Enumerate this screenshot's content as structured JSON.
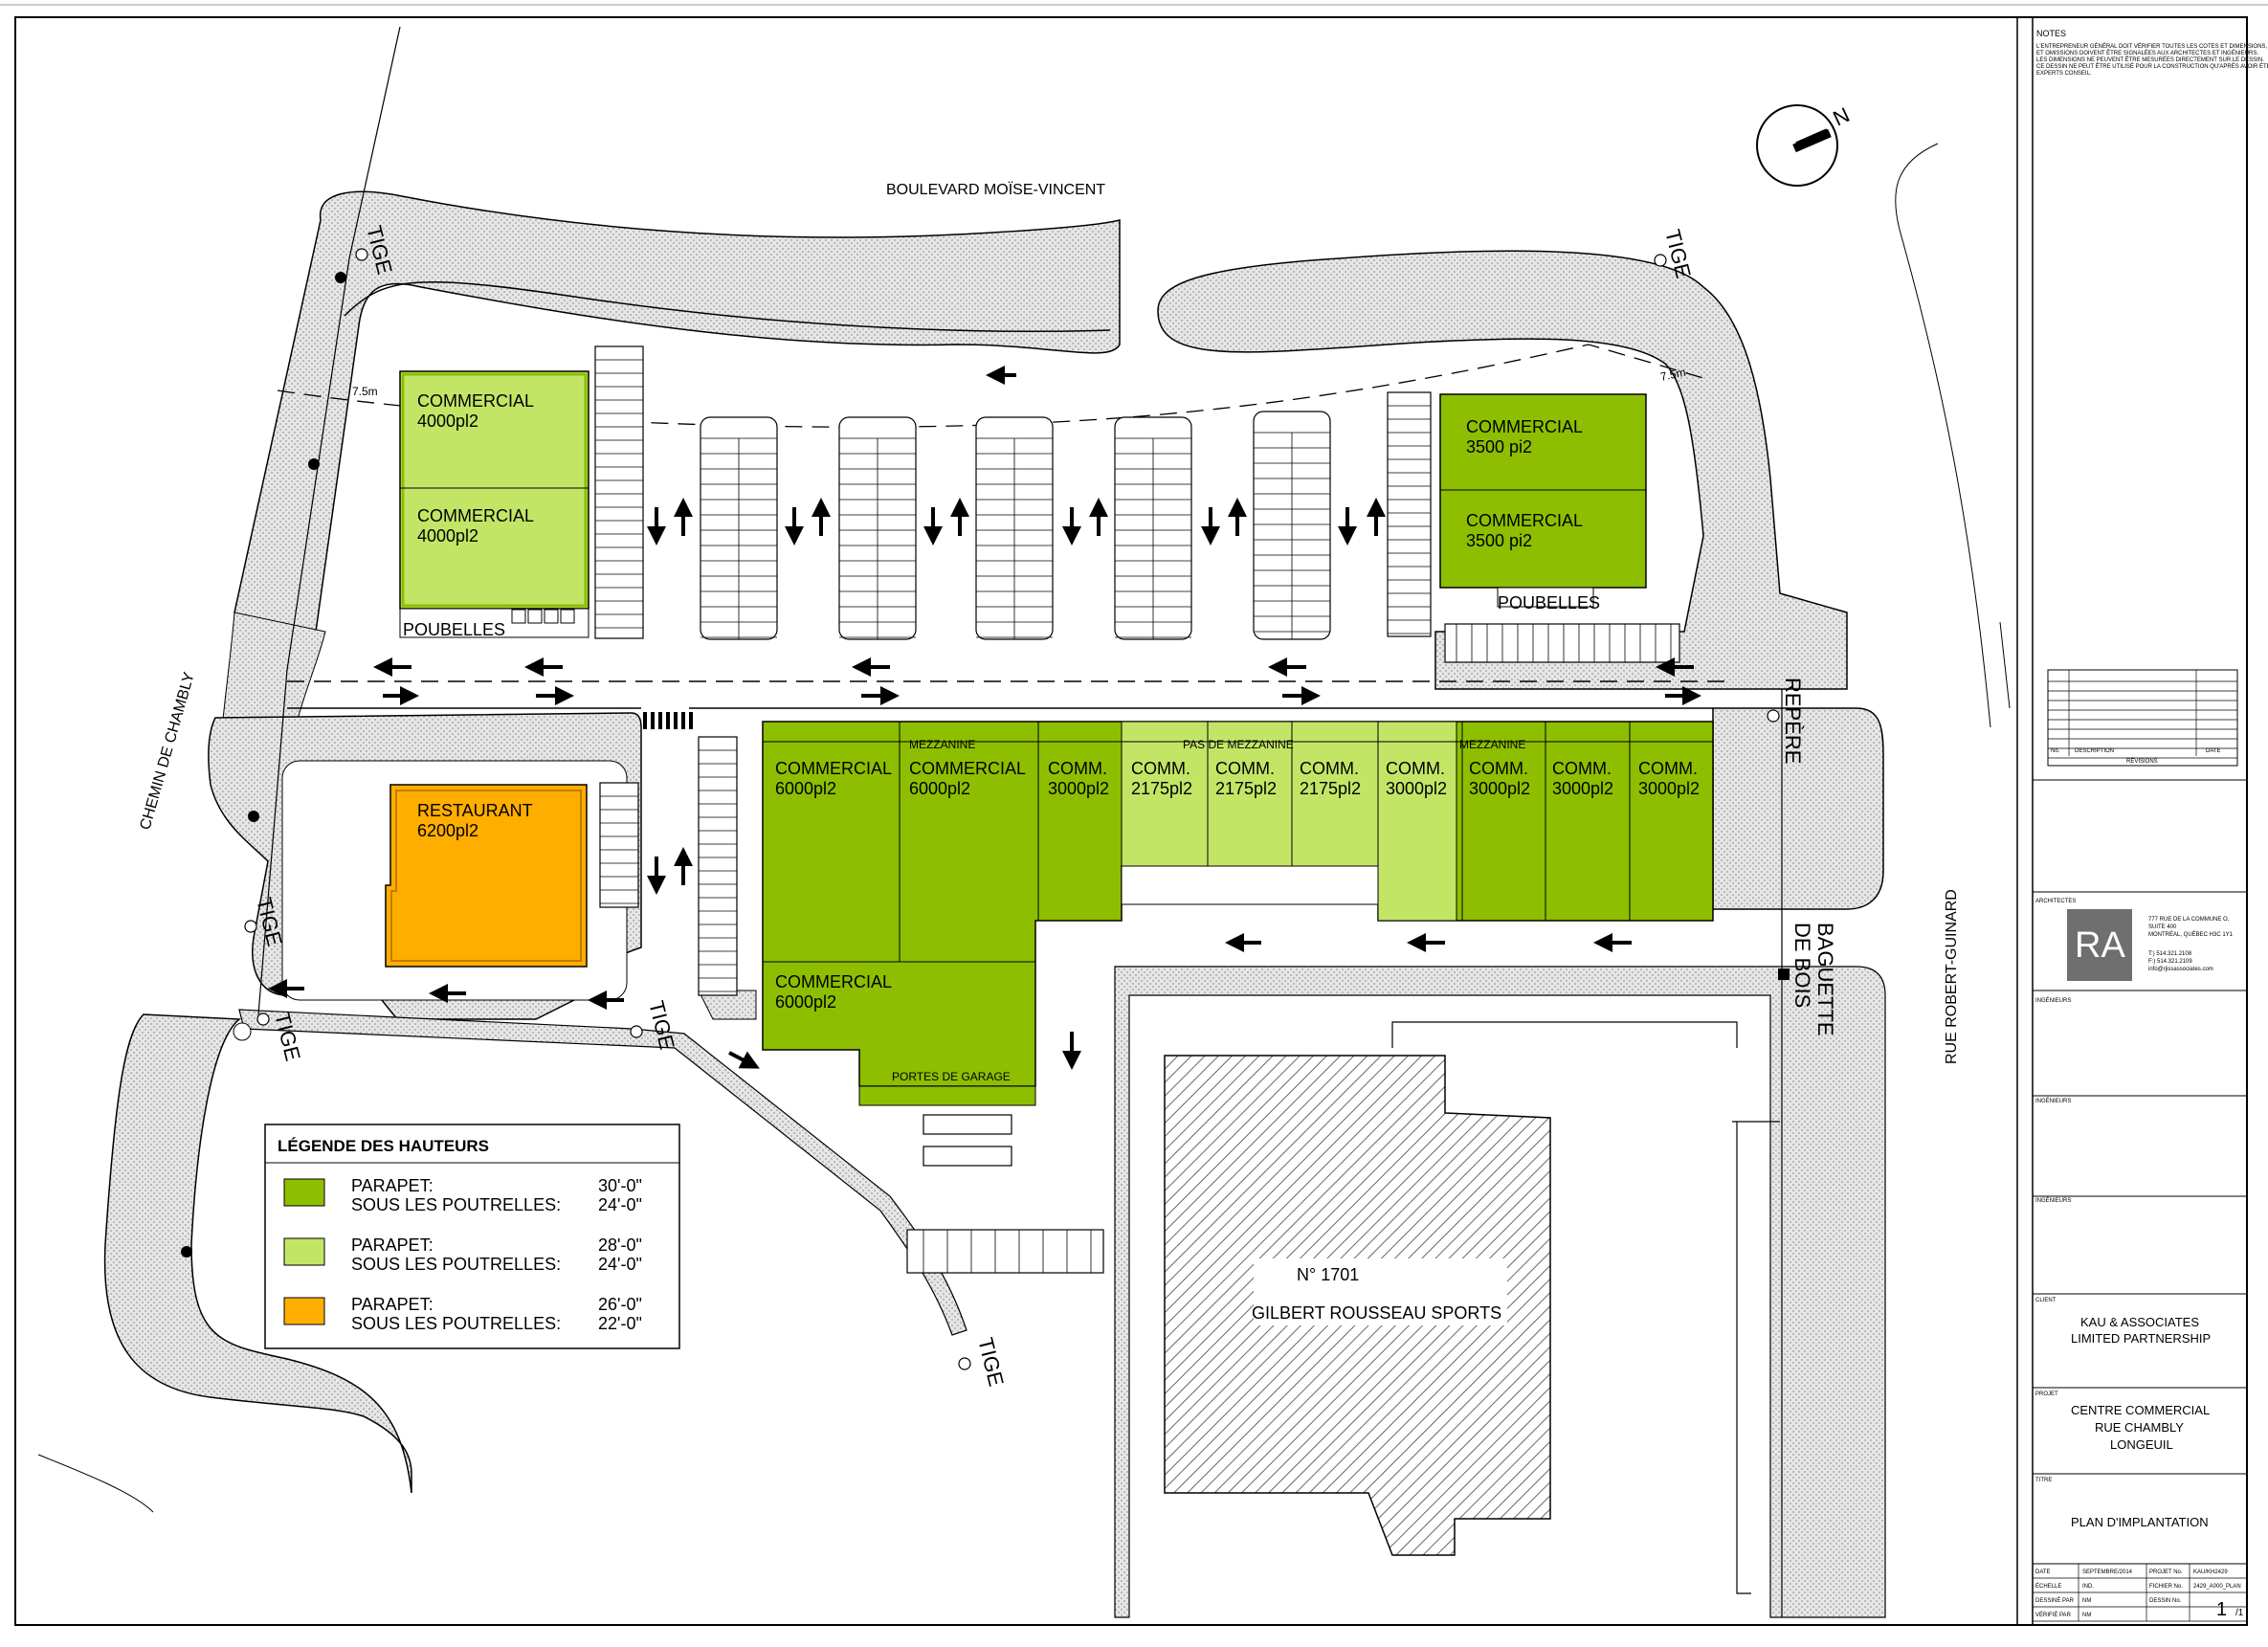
{
  "colors": {
    "dark_green": "#8dbf00",
    "light_green": "#c3e566",
    "orange": "#ffae00",
    "paving": "#e3e3e3",
    "hatch": "#777777"
  },
  "roads": {
    "north": "BOULEVARD MOÏSE-VINCENT",
    "west": "CHEMIN DE CHAMBLY",
    "east": "RUE ROBERT-GUINARD"
  },
  "markers": {
    "tige": "TIGE",
    "repere": "REPÈRE",
    "baguette_line1": "BAGUETTE",
    "baguette_line2": "DE BOIS",
    "setback": "7.5m",
    "north": "N"
  },
  "buildings": {
    "nw_top": {
      "line1": "COMMERCIAL",
      "line2": "4000pl2"
    },
    "nw_bottom": {
      "line1": "COMMERCIAL",
      "line2": "4000pl2"
    },
    "ne_top": {
      "line1": "COMMERCIAL",
      "line2": "3500 pi2"
    },
    "ne_bottom": {
      "line1": "COMMERCIAL",
      "line2": "3500 pi2"
    },
    "restaurant": {
      "line1": "RESTAURANT",
      "line2": "6200pl2"
    },
    "poubelles_w": "POUBELLES",
    "poubelles_e": "POUBELLES",
    "strip": {
      "mezzanine_left": "MEZZANINE",
      "pas_mezzanine": "PAS DE MEZZANINE",
      "mezzanine_right": "MEZZANINE",
      "units": [
        {
          "line1": "COMMERCIAL",
          "line2": "6000pl2"
        },
        {
          "line1": "COMMERCIAL",
          "line2": "6000pl2"
        },
        {
          "line1": "COMM.",
          "line2": "3000pl2"
        },
        {
          "line1": "COMM.",
          "line2": "2175pl2"
        },
        {
          "line1": "COMM.",
          "line2": "2175pl2"
        },
        {
          "line1": "COMM.",
          "line2": "2175pl2"
        },
        {
          "line1": "COMM.",
          "line2": "3000pl2"
        },
        {
          "line1": "COMM.",
          "line2": "3000pl2"
        },
        {
          "line1": "COMM.",
          "line2": "3000pl2"
        },
        {
          "line1": "COMM.",
          "line2": "3000pl2"
        }
      ],
      "lower": {
        "line1": "COMMERCIAL",
        "line2": "6000pl2"
      },
      "garage": "PORTES DE GARAGE"
    },
    "existing": {
      "line1": "N° 1701",
      "line2": "GILBERT ROUSSEAU SPORTS"
    }
  },
  "legend": {
    "title": "LÉGENDE DES HAUTEURS",
    "rows": [
      {
        "color": "#8dbf00",
        "l1": "PARAPET:",
        "v1": "30'-0\"",
        "l2": "SOUS LES POUTRELLES:",
        "v2": "24'-0\""
      },
      {
        "color": "#c3e566",
        "l1": "PARAPET:",
        "v1": "28'-0\"",
        "l2": "SOUS LES POUTRELLES:",
        "v2": "24'-0\""
      },
      {
        "color": "#ffae00",
        "l1": "PARAPET:",
        "v1": "26'-0\"",
        "l2": "SOUS LES POUTRELLES:",
        "v2": "22'-0\""
      }
    ]
  },
  "titleblock": {
    "notes_title": "NOTES",
    "notes_lines": [
      "L'ENTREPRENEUR GÉNÉRAL DOIT VÉRIFIER TOUTES LES COTES ET DIMENSIONS, TOUTES LES ERREURS",
      "ET OMISSIONS DOIVENT ÊTRE SIGNALÉES AUX ARCHITECTES ET INGÉNIEURS.",
      "LES DIMENSIONS NE PEUVENT ÊTRE MESURÉES DIRECTEMENT SUR LE DESSIN.",
      "CE DESSIN NE PEUT ÊTRE UTILISÉ POUR LA CONSTRUCTION QU'APRÈS AVOIR ÉTÉ SIGNÉ PAR LES",
      "EXPERTS CONSEIL."
    ],
    "rev_no": "No.",
    "rev_desc": "DESCRIPTION",
    "rev_date": "DATE",
    "revisions": "RÉVISIONS",
    "architectes": "ARCHITECTES",
    "logo": "RA",
    "firm_addr": [
      "777 RUE DE LA COMMUNE O,",
      "SUITE 400",
      "MONTRÉAL, QUÉBEC H3C 1Y1"
    ],
    "firm_tel": [
      "T:) 514.321.2108",
      "F:) 514.321.2109",
      "info@rjissassociates.com"
    ],
    "ingenieurs": "INGÉNIEURS",
    "client_hdr": "CLIENT",
    "client": [
      "KAU & ASSOCIATES",
      "LIMITED PARTNERSHIP"
    ],
    "projet_hdr": "PROJET",
    "projet": [
      "CENTRE COMMERCIAL",
      "RUE CHAMBLY",
      "LONGEUIL"
    ],
    "titre_hdr": "TITRE",
    "titre": "PLAN D'IMPLANTATION",
    "bottom": [
      [
        "DATE",
        "SEPTEMBRE/2014",
        "PROJET No.",
        "KAU/KH2429"
      ],
      [
        "ÉCHELLE",
        "IND.",
        "FICHIER No.",
        "2429_A000_PLAN"
      ],
      [
        "DESSINÉ PAR",
        "NM",
        "DESSIN No.",
        ""
      ],
      [
        "VÉRIFIÉ PAR",
        "NM",
        "",
        ""
      ]
    ],
    "sheet": "1",
    "sheet_total": "/1"
  }
}
